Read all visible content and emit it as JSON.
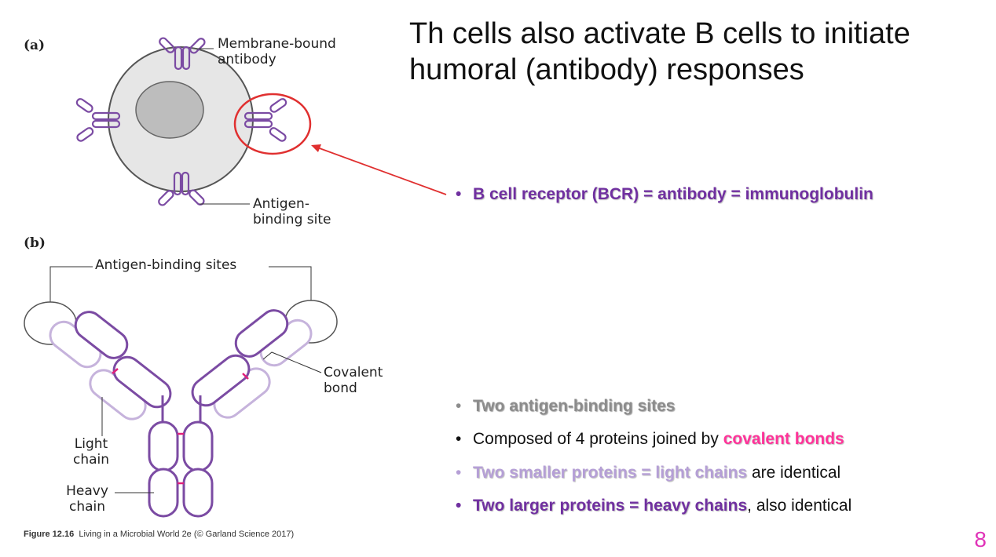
{
  "slide": {
    "title": "Th cells also activate B cells to initiate humoral (antibody) responses",
    "page_number": "8"
  },
  "figure": {
    "panel_a": "(a)",
    "panel_b": "(b)",
    "a_label_membrane": "Membrane-bound antibody",
    "a_label_antigen": "Antigen- binding site",
    "b_label_sites": "Antigen-binding sites",
    "b_label_covalent": "Covalent bond",
    "b_label_light": "Light chain",
    "b_label_heavy": "Heavy chain",
    "caption_bold": "Figure 12.16",
    "caption_rest": "Living in a Microbial World 2e (© Garland Science 2017)",
    "colors": {
      "heavy": "#7b4ba3",
      "light": "#c6b3dc",
      "bond": "#e0207a",
      "circle": "#e03030"
    }
  },
  "bullets": {
    "bcr": "B cell receptor (BCR) = antibody = immunoglobulin",
    "sites": "Two antigen-binding sites",
    "composed_pre": "Composed of 4 proteins joined by ",
    "composed_em": "covalent bonds",
    "light_em": "Two smaller proteins = light chains",
    "light_post": " are identical",
    "heavy_em": "Two larger proteins = heavy chains",
    "heavy_post": ", also identical"
  }
}
